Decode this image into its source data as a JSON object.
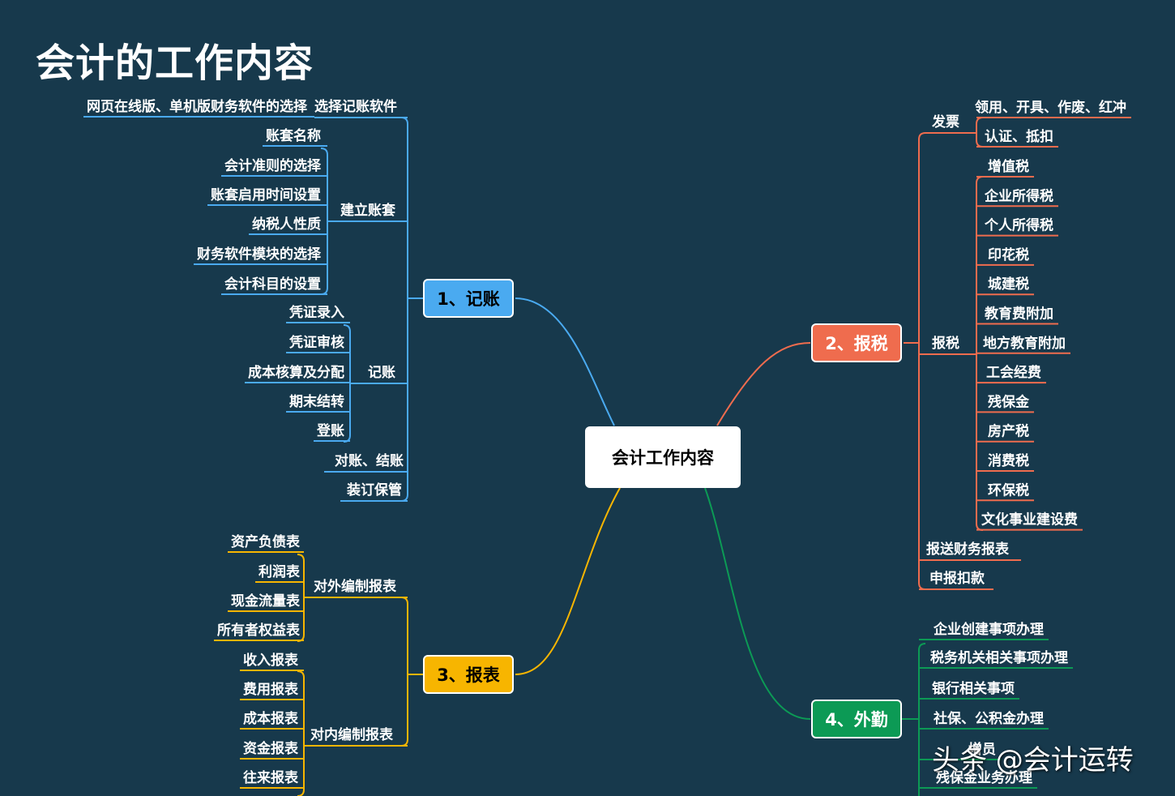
{
  "title": "会计的工作内容",
  "colors": {
    "background": "#17394c",
    "jizhang": "#4aaaf0",
    "baoshui": "#ef6c4e",
    "baobiao": "#f7b500",
    "waiqin": "#0c9a55",
    "center_fill": "#ffffff"
  },
  "center": "会计工作内容",
  "jizhang": {
    "label": "1、记账",
    "software": {
      "label": "选择记账软件",
      "child": "网页在线版、单机版财务软件的选择"
    },
    "jianli": {
      "label": "建立账套",
      "items": [
        "账套名称",
        "会计准则的选择",
        "账套启用时间设置",
        "纳税人性质",
        "财务软件模块的选择",
        "会计科目的设置"
      ]
    },
    "jizhang2": {
      "label": "记账",
      "items": [
        "凭证录入",
        "凭证审核",
        "成本核算及分配",
        "期末结转",
        "登账"
      ]
    },
    "duizhang": "对账、结账",
    "zhuangding": "装订保管"
  },
  "baoshui": {
    "label": "2、报税",
    "fapiao": {
      "label": "发票",
      "items": [
        "领用、开具、作废、红冲",
        "认证、抵扣"
      ]
    },
    "baoshui2": {
      "label": "报税",
      "items": [
        "增值税",
        "企业所得税",
        "个人所得税",
        "印花税",
        "城建税",
        "教育费附加",
        "地方教育附加",
        "工会经费",
        "残保金",
        "房产税",
        "消费税",
        "环保税",
        "文化事业建设费"
      ]
    },
    "baosong": "报送财务报表",
    "shenbao": "申报扣款"
  },
  "baobiao": {
    "label": "3、报表",
    "duiwai": {
      "label": "对外编制报表",
      "items": [
        "资产负债表",
        "利润表",
        "现金流量表",
        "所有者权益表"
      ]
    },
    "duinei": {
      "label": "对内编制报表",
      "items": [
        "收入报表",
        "费用报表",
        "成本报表",
        "资金报表",
        "往来报表"
      ]
    }
  },
  "waiqin": {
    "label": "4、外勤",
    "items": [
      "企业创建事项办理",
      "税务机关相关事项办理",
      "银行相关事项",
      "社保、公积金办理",
      "增员",
      "残保金业务办理"
    ]
  },
  "watermark": "头条 @会计运转"
}
